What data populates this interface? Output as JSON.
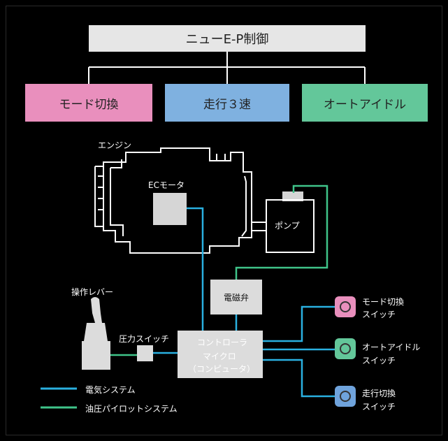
{
  "title": "ニューE-P制御",
  "functions": [
    "モード切換",
    "走行３速",
    "オートアイドル"
  ],
  "components": {
    "engine": "エンジン",
    "ec_motor": "ECモータ",
    "pump": "ポンプ",
    "solenoid_valve": "電磁弁",
    "controller": [
      "コントローラ",
      "マイクロ",
      "（コンピュータ）"
    ],
    "operating_lever": "操作レバー",
    "pressure_switch": "圧力スイッチ"
  },
  "switches": [
    {
      "line1": "モード切換",
      "line2": "スイッチ",
      "color": "#e98fbd"
    },
    {
      "line1": "オートアイドル",
      "line2": "スイッチ",
      "color": "#63c79a"
    },
    {
      "line1": "走行切換",
      "line2": "スイッチ",
      "color": "#6fa3dc"
    }
  ],
  "legend": [
    {
      "label": "電気システム",
      "color": "#2ab0e0"
    },
    {
      "label": "油圧パイロットシステム",
      "color": "#3fc48a"
    }
  ],
  "colors": {
    "background": "#000000",
    "electric": "#2ab0e0",
    "hydraulic": "#3fc48a"
  }
}
